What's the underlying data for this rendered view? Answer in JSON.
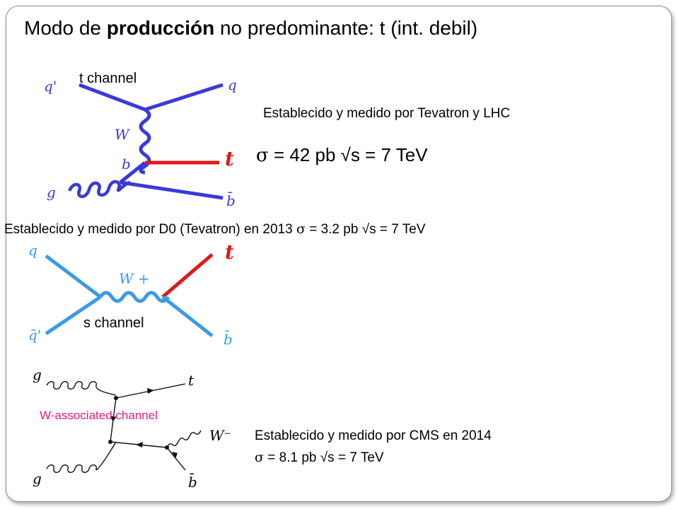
{
  "slide": {
    "title_pre": "Modo de ",
    "title_bold": "producción",
    "title_post": " no predominante: t (int. debil)"
  },
  "tchannel": {
    "label": "t channel",
    "q_prime": "q'",
    "q": "q",
    "W": "W",
    "b": "b",
    "g": "g",
    "t": "t",
    "bbar": "b̄",
    "established": "Establecido y medido por Tevatron y LHC",
    "sigma_symbol": "σ",
    "sigma_text": " = 42 pb √s = 7 TeV"
  },
  "schannel": {
    "established_pre": "Establecido y medido por D0 (Tevatron) en 2013 ",
    "sigma_symbol": "σ",
    "established_post": " = 3.2 pb √s = 7 TeV",
    "label": "s channel",
    "q": "q",
    "qbar_prime": "q̄'",
    "W": "W +",
    "t": "t",
    "bbar": "b̄"
  },
  "wchannel": {
    "label": "W-associated channel",
    "g1": "g",
    "g2": "g",
    "t": "t",
    "W": "W⁻",
    "bbar": "b̄",
    "established_line1": "Establecido y medido por CMS en 2014",
    "sigma_symbol": "σ",
    "established_line2": " = 8.1 pb √s = 7 TeV"
  },
  "colors": {
    "blue_line": "#3a3ad8",
    "red_line": "#e01818",
    "light_blue": "#3a9ae8",
    "pink_label": "#e0207a"
  }
}
